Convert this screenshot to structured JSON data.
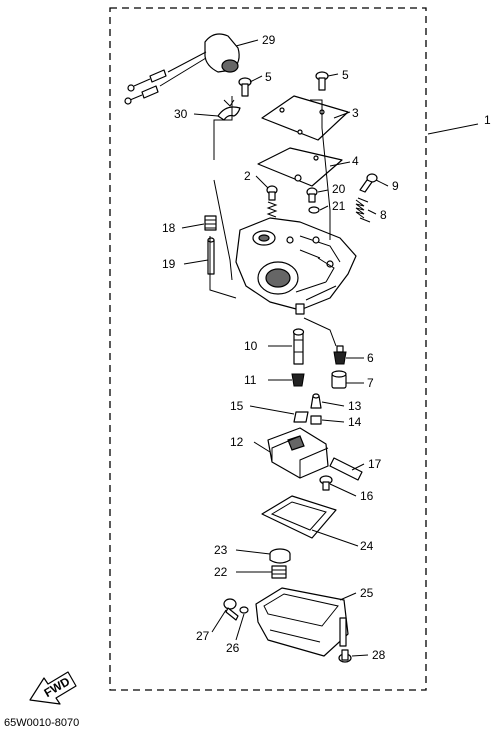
{
  "diagram": {
    "drawing_code": "65W0010-8070",
    "direction_mark": "FWD",
    "callouts": {
      "c1": "1",
      "c2": "2",
      "c3": "3",
      "c4": "4",
      "c5a": "5",
      "c5b": "5",
      "c6": "6",
      "c7": "7",
      "c8": "8",
      "c9": "9",
      "c10": "10",
      "c11": "11",
      "c12": "12",
      "c13": "13",
      "c14": "14",
      "c15": "15",
      "c16": "16",
      "c17": "17",
      "c18": "18",
      "c19": "19",
      "c20": "20",
      "c21": "21",
      "c22": "22",
      "c23": "23",
      "c24": "24",
      "c25": "25",
      "c26": "26",
      "c27": "27",
      "c28": "28",
      "c29": "29",
      "c30": "30"
    }
  }
}
